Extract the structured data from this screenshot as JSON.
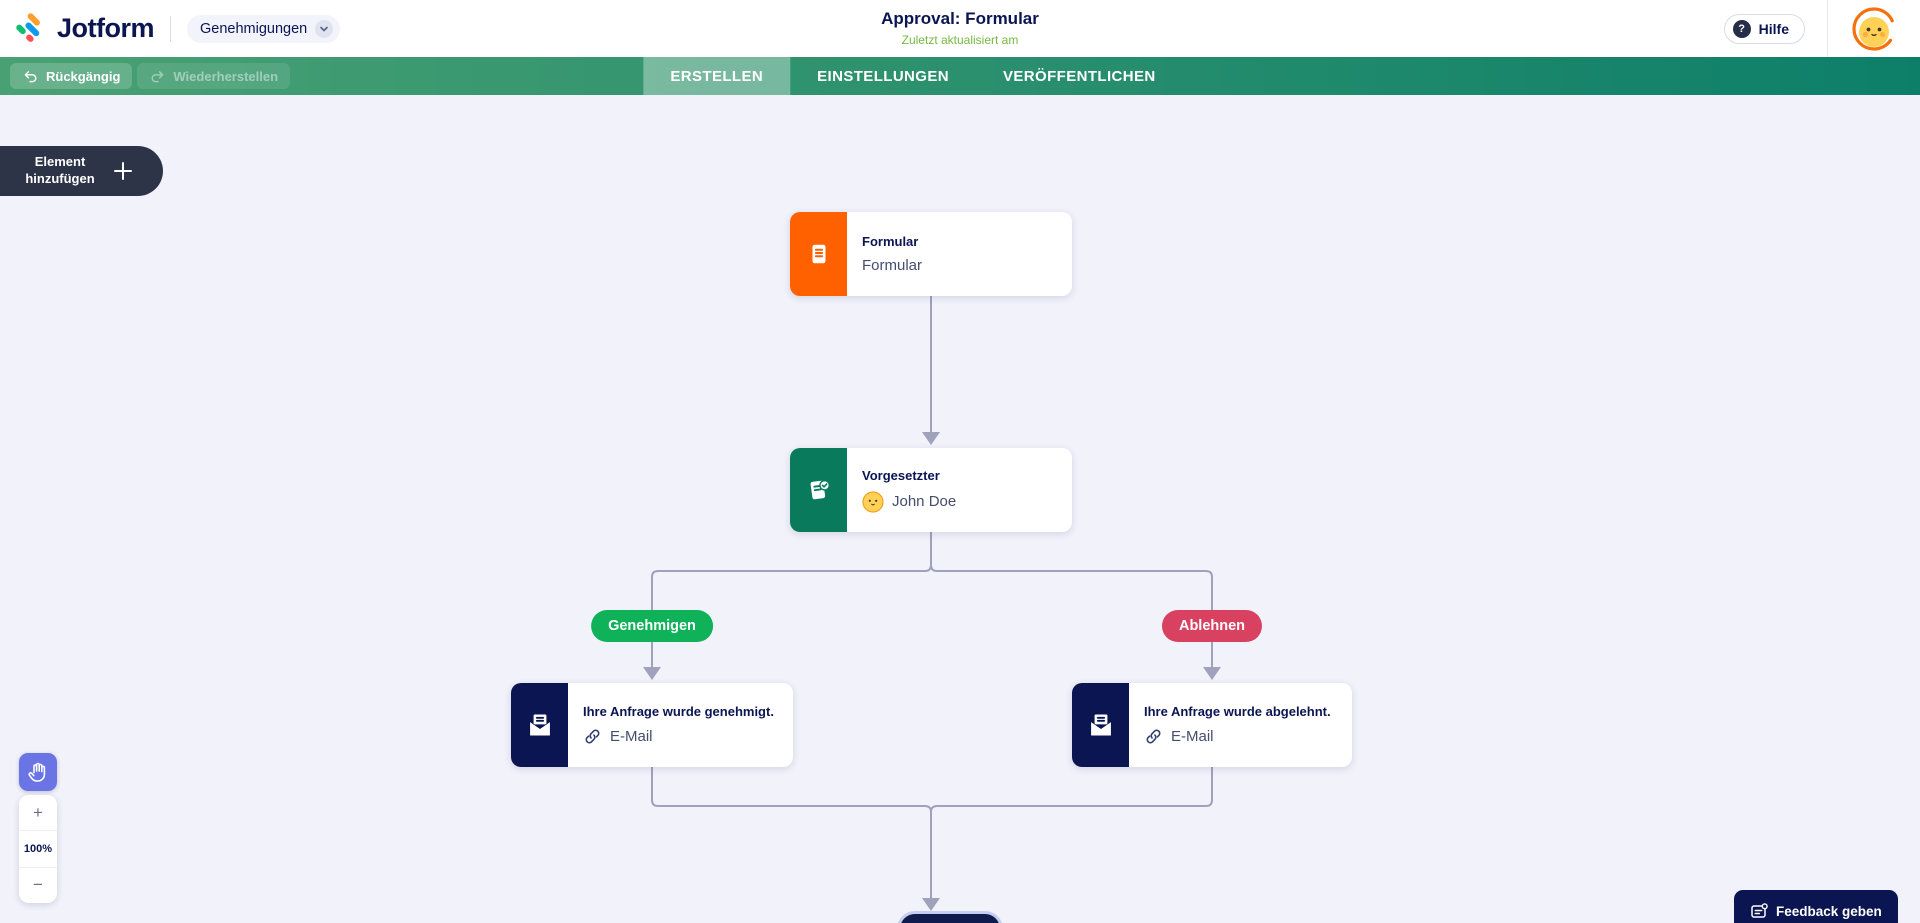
{
  "header": {
    "brand": "Jotform",
    "workspace_label": "Genehmigungen",
    "title": "Approval: Formular",
    "subtitle": "Zuletzt aktualisiert am",
    "help_label": "Hilfe"
  },
  "toolbar": {
    "undo_label": "Rückgängig",
    "redo_label": "Wiederherstellen",
    "tabs": [
      {
        "label": "ERSTELLEN",
        "active": true
      },
      {
        "label": "EINSTELLUNGEN",
        "active": false
      },
      {
        "label": "VERÖFFENTLICHEN",
        "active": false
      }
    ]
  },
  "canvas": {
    "add_element_label": "Element hinzufügen",
    "zoom": {
      "in": "+",
      "level": "100%",
      "out": "−"
    },
    "feedback_label": "Feedback geben"
  },
  "flow": {
    "nodes": [
      {
        "id": "form",
        "title": "Formular",
        "subtitle": "Formular",
        "icon": "form-icon",
        "color": "#ff6100"
      },
      {
        "id": "approver",
        "title": "Vorgesetzter",
        "subtitle": "John Doe",
        "icon": "approval-icon",
        "color": "#0a7a5c"
      },
      {
        "id": "email-approved",
        "title": "Ihre Anfrage wurde genehmigt.",
        "subtitle": "E-Mail",
        "icon": "email-icon",
        "color": "#0a1551"
      },
      {
        "id": "email-denied",
        "title": "Ihre Anfrage wurde abgelehnt.",
        "subtitle": "E-Mail",
        "icon": "email-icon",
        "color": "#0a1551"
      }
    ],
    "branches": [
      {
        "label": "Genehmigen",
        "color": "#10b259"
      },
      {
        "label": "Ablehnen",
        "color": "#d8415f"
      }
    ]
  },
  "colors": {
    "brand_navy": "#0a1551",
    "toolbar_green_left": "#49a173",
    "toolbar_green_right": "#0d7f69",
    "subtitle_green": "#77b843",
    "canvas_bg": "#f2f2fb",
    "connector_gray": "#9fa2ba",
    "node_orange": "#ff6100",
    "node_green": "#0a7a5c",
    "node_navy": "#0a1551",
    "approve_green": "#10b259",
    "deny_red": "#d8415f",
    "hand_tool_indigo": "#6a74e4"
  },
  "icons": {
    "logo": "jotform-logo-icon",
    "chevron": "chevron-down-icon",
    "help": "question-mark-icon",
    "avatar": "user-avatar-icon",
    "undo": "undo-arrow-icon",
    "redo": "redo-arrow-icon",
    "plus": "plus-icon",
    "form": "form-document-icon",
    "approval": "approval-document-icon",
    "email": "envelope-icon",
    "link": "link-icon",
    "hand": "hand-pan-icon",
    "feedback": "feedback-form-icon"
  }
}
